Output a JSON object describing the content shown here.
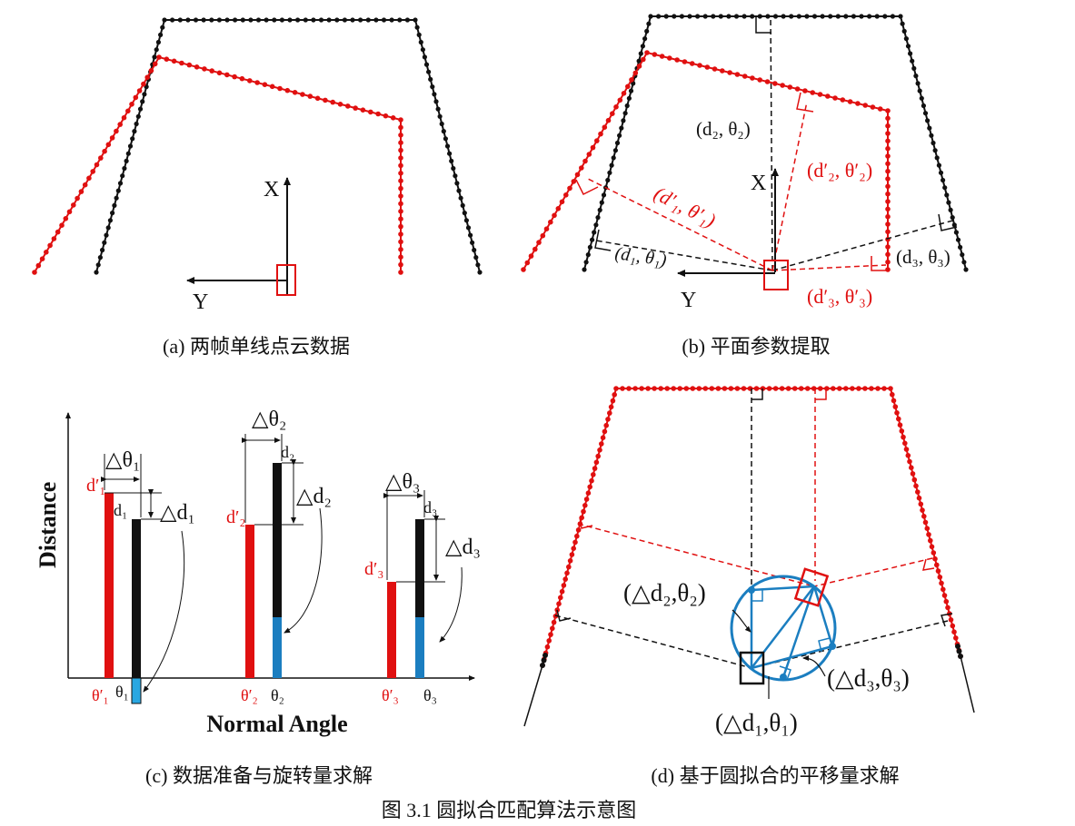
{
  "figure": {
    "caption": "图 3.1 圆拟合匹配算法示意图",
    "panel_a": {
      "caption": "(a) 两帧单线点云数据",
      "axis_x": "X",
      "axis_y": "Y"
    },
    "panel_b": {
      "caption": "(b) 平面参数提取",
      "axis_x": "X",
      "axis_y": "Y",
      "labels": {
        "d1_theta1": "(d₁, θ₁)",
        "d2_theta2": "(d₂, θ₂)",
        "d3_theta3": "(d₃, θ₃)",
        "d1p_theta1p": "(d′₁, θ′₁)",
        "d2p_theta2p": "(d′₂, θ′₂)",
        "d3p_theta3p": "(d′₃, θ′₃)"
      }
    },
    "panel_c": {
      "caption": "(c) 数据准备与旋转量求解",
      "ylabel": "Distance",
      "xlabel": "Normal Angle",
      "groups": [
        {
          "delta_theta": "△θ₁",
          "delta_d": "△d₁",
          "d_red": "d′₁",
          "d_black": "d₁",
          "theta_red": "θ′₁",
          "theta_black": "θ₁"
        },
        {
          "delta_theta": "△θ₂",
          "delta_d": "△d₂",
          "d_red": "d′₂",
          "d_black": "d₂",
          "theta_red": "θ′₂",
          "theta_black": "θ₂"
        },
        {
          "delta_theta": "△θ₃",
          "delta_d": "△d₃",
          "d_red": "d′₃",
          "d_black": "d₃",
          "theta_red": "θ′₃",
          "theta_black": "θ₃"
        }
      ]
    },
    "panel_d": {
      "caption": "(d) 基于圆拟合的平移量求解",
      "labels": {
        "l1": "(△d₁,θ₁)",
        "l2": "(△d₂,θ₂)",
        "l3": "(△d₃,θ₃)"
      }
    },
    "colors": {
      "red": "#e01010",
      "black": "#111111",
      "blue": "#1b7ec0"
    }
  }
}
